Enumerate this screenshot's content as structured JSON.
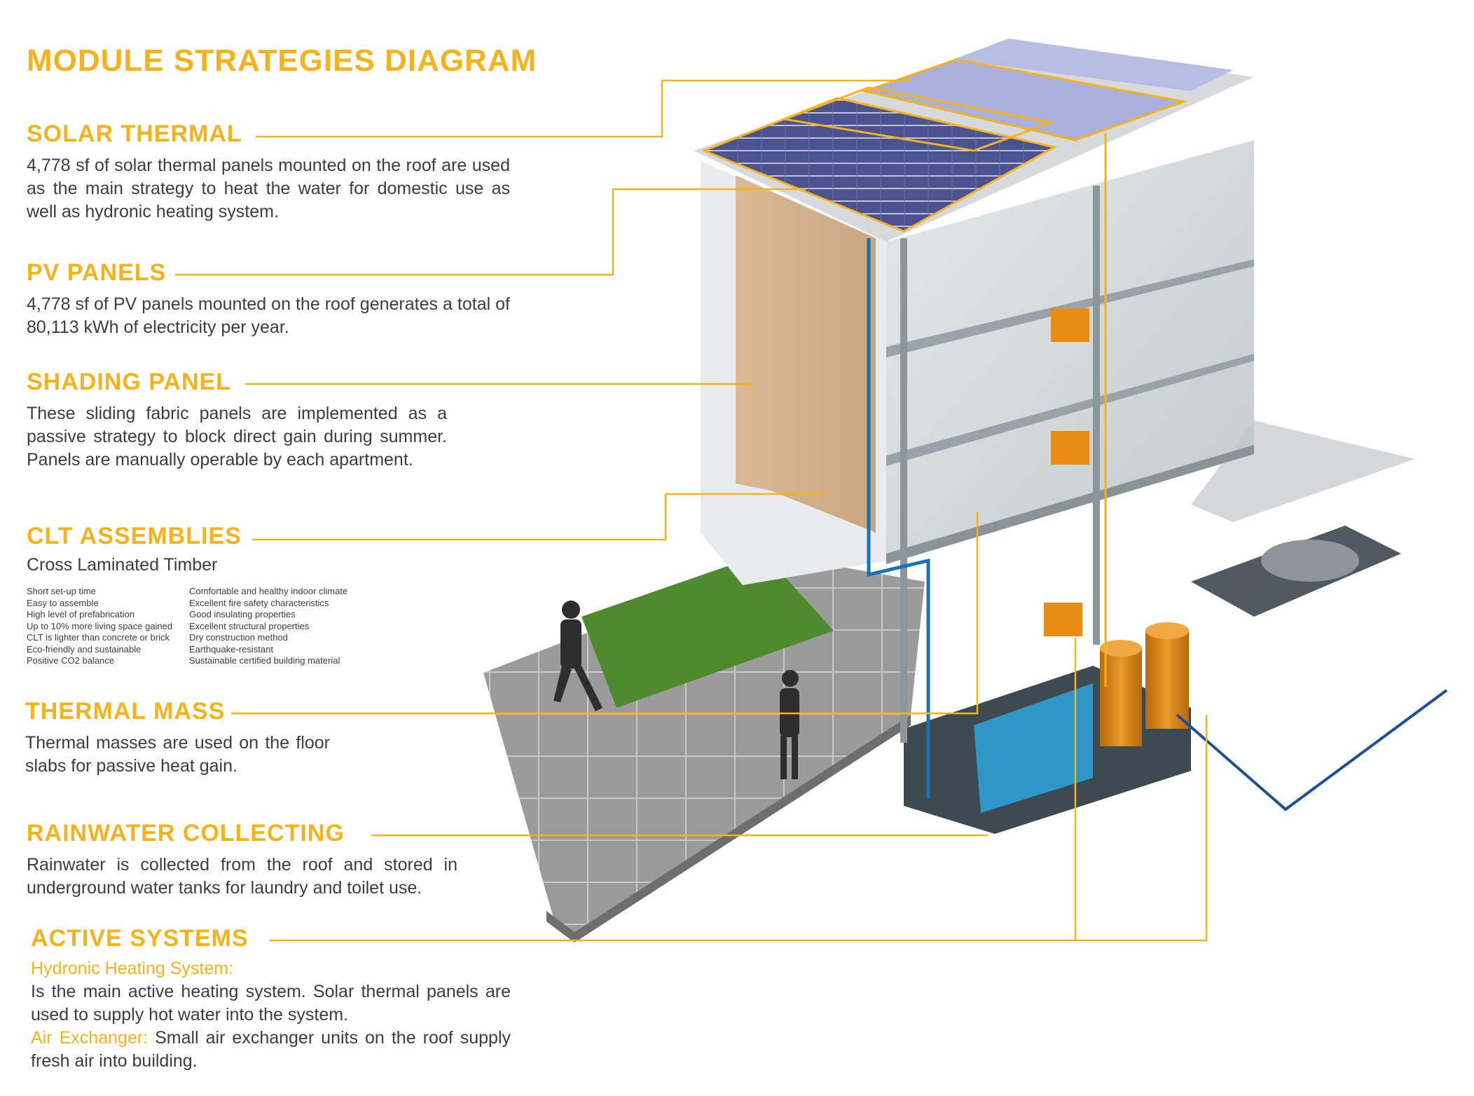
{
  "title": "MODULE STRATEGIES DIAGRAM",
  "sections": {
    "solar_thermal": {
      "heading": "SOLAR THERMAL",
      "text": "4,778 sf of solar thermal panels mounted on the roof are used as the main strategy to heat the water for domestic use as well as hydronic heating system."
    },
    "pv_panels": {
      "heading": "PV PANELS",
      "text": "4,778 sf of PV panels mounted on the roof generates a total of 80,113 kWh of electricity per year."
    },
    "shading_panel": {
      "heading": "SHADING PANEL",
      "text": "These sliding fabric panels are implemented as a passive strategy to block direct gain during summer. Panels are manually operable by each apartment."
    },
    "clt": {
      "heading": "CLT ASSEMBLIES",
      "subtitle": "Cross Laminated Timber",
      "col1": [
        "Short set-up time",
        "Easy to assemble",
        "High level of prefabrication",
        "Up to 10% more living space gained",
        "CLT is lighter than concrete or brick",
        "Eco-friendly and sustainable",
        "Positive CO2 balance"
      ],
      "col2": [
        "Comfortable and healthy indoor climate",
        "Excellent fire safety characteristics",
        "Good insulating properties",
        "Excellent structural properties",
        "Dry construction method",
        "Earthquake-resistant",
        "Sustainable certified building material"
      ]
    },
    "thermal_mass": {
      "heading": "THERMAL MASS",
      "text": "Thermal masses are used on the floor slabs for passive heat gain."
    },
    "rainwater": {
      "heading": "RAINWATER  COLLECTING",
      "text": "Rainwater is collected from the roof and stored in underground water tanks for laundry and toilet use."
    },
    "active": {
      "heading": "ACTIVE SYSTEMS",
      "hydronic_label": "Hydronic Heating System:",
      "hydronic_text": "Is the main active heating system. Solar thermal panels are used to supply hot water into the system.",
      "air_label": "Air Exchanger:",
      "air_text": " Small air exchanger units on the roof supply fresh air into building."
    }
  },
  "colors": {
    "accent": "#f6b21b",
    "body_text": "#3c3c3c",
    "water_pipe": "#1a73b5",
    "tank": "#d9830f"
  }
}
